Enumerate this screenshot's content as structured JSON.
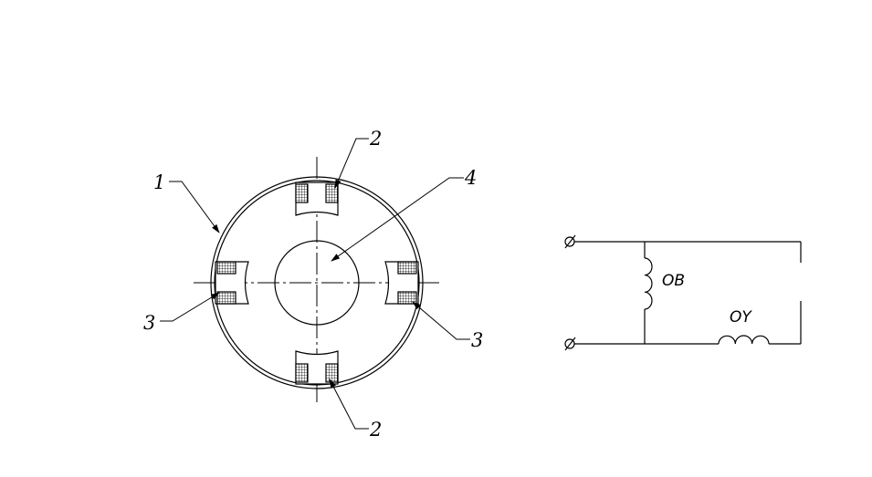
{
  "diagram": {
    "callouts": {
      "stator_housing": "1",
      "pole_top": "2",
      "pole_bottom": "2",
      "pole_left": "3",
      "pole_right": "3",
      "rotor": "4"
    },
    "circuit": {
      "excitation_winding": "OB",
      "control_winding": "OY"
    }
  }
}
